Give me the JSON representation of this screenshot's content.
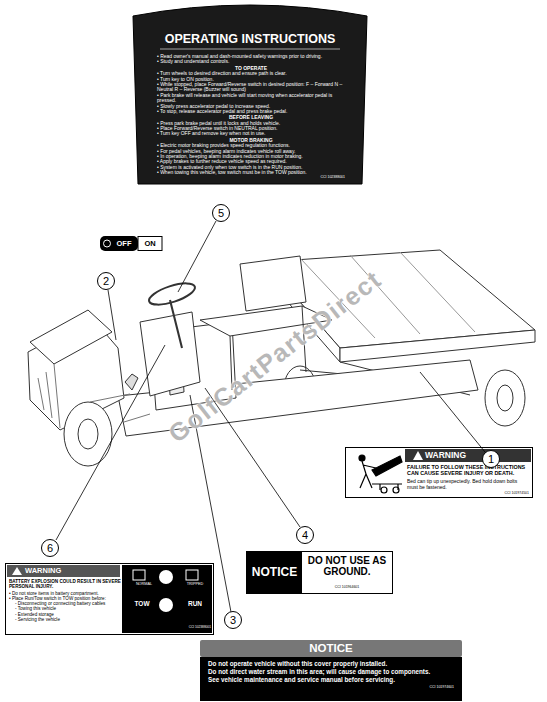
{
  "diagram": {
    "nodes": [
      {
        "text": [
          "OPERATING INSTRUCTIONS",
          "• Read owner's manual and dash-mounted safety warnings prior to driving.",
          "• Study and understand controls.",
          "TO OPERATE",
          "• Turn wheels to desired direction and ensure path is clear.",
          "• Turn key to ON position.",
          "• While stopped, place Forward/Reverse switch in desired position: F – Forward   N – Neutral   R – Reverse (Buzzer will sound)",
          "• Park brake will release and vehicle will start moving when accelerator pedal is pressed.",
          "• Slowly press accelerator pedal to increase speed.",
          "• To stop, release accelerator pedal and press brake pedal.",
          "BEFORE LEAVING",
          "• Press park brake pedal until it locks and holds vehicle.",
          "• Place Forward/Reverse switch in NEUTRAL position.",
          "• Turn key OFF and remove key when not in use.",
          "MOTOR BRAKING",
          "• Electric motor braking provides speed regulation functions.",
          "• For pedal vehicles, beeping alarm indicates vehicle roll away.",
          "• In operation, beeping alarm indicates reduction in motor braking.",
          "• Apply brakes to further reduce vehicle speed as required.",
          "• System is activated only when tow switch is in the RUN position.",
          "• When towing this vehicle, tow switch must be in the TOW position.",
          "CCI 102388001"
        ]
      },
      {
        "text": [
          "OFF",
          "ON"
        ]
      },
      {
        "text": [
          "5"
        ]
      },
      {
        "text": [
          "2"
        ]
      },
      {
        "text": [
          "WARNING",
          "FAILURE TO FOLLOW THESE INSTRUCTIONS CAN CAUSE SEVERE INJURY OR DEATH.",
          "Bed can tip up unexpectedly. Bed hold down bolts must be fastened.",
          "CCI 101974501"
        ]
      },
      {
        "text": [
          "1"
        ]
      },
      {
        "text": [
          "4"
        ]
      },
      {
        "text": [
          "6"
        ]
      },
      {
        "text": [
          "NOTICE",
          "DO NOT USE AS GROUND.",
          "CCI 101964601"
        ]
      },
      {
        "text": [
          "WARNING",
          "BATTERY EXPLOSION COULD RESULT IN SEVERE PERSONAL INJURY.",
          "• Do not store items in battery compartment.",
          "• Place Run/Tow switch in TOW position before:",
          "- Disconnecting or connecting battery cables",
          "- Towing this vehicle",
          "- Extended storage",
          "- Servicing the vehicle",
          "NORMAL",
          "TRIPPED",
          "TOW",
          "RUN",
          "CCI 102388001"
        ]
      },
      {
        "text": [
          "3"
        ]
      },
      {
        "text": [
          "NOTICE",
          "Do not operate vehicle without this cover properly installed.",
          "Do not direct water stream in this area; will cause damage to components.",
          "See vehicle maintenance and service manual before servicing.",
          "CCI 101974601"
        ]
      }
    ],
    "labels": [
      "GolfCartPartsDirect"
    ]
  }
}
